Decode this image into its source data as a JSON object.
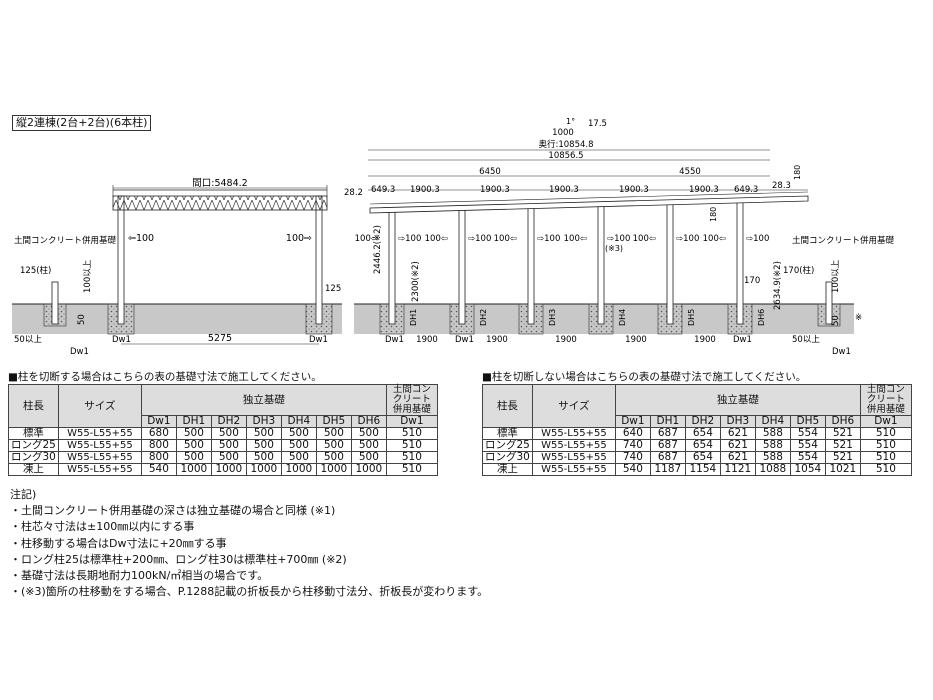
{
  "title": "縦2連棟(2台+2台)(6本柱)",
  "left_view": {
    "opening": "間口:5484.2",
    "foundation_label": "土間コンクリート併用基礎",
    "dim_125_post": "125(柱)",
    "dim_100_over": "100以上",
    "dim_50": "50",
    "dim_50_over": "50以上",
    "dw1": "Dw1",
    "move_left": "⇦100",
    "move_right": "100⇨",
    "dim_125": "125",
    "width_5275": "5275"
  },
  "right_view": {
    "slope": "1°",
    "dim_175": "17.5",
    "dim_1000": "1000",
    "depth": "奥行:10854.8",
    "overall": "10856.5",
    "dim_282": "28.2",
    "dim_283": "28.3",
    "dim_6450": "6450",
    "dim_4550": "4550",
    "span_6493": "649.3",
    "span_19003": "1900.3",
    "dim_180": "180",
    "height_24462": "2446.2(※2)",
    "height_2300": "2300(※2)",
    "height_26349": "2634.9(※2)",
    "dim_170": "170",
    "dim_170_post": "170(柱)",
    "mark3": "(※3)",
    "foundation_label": "土間コンクリート併用基礎",
    "dim_100_over": "100以上",
    "dim_50": "50",
    "dim_50_over": "50以上",
    "mark": "※",
    "dim_1900": "1900",
    "move_100": "100",
    "dh": [
      "DH1",
      "DH2",
      "DH3",
      "DH4",
      "DH5",
      "DH6"
    ],
    "dw1": "Dw1"
  },
  "table_cut": {
    "caption": "■柱を切断する場合はこちらの表の基礎寸法で施工してください。",
    "h_post": "柱長",
    "h_size": "サイズ",
    "h_indep": "独立基礎",
    "h_concrete": "土間コンクリート併用基礎",
    "cols": [
      "Dw1",
      "DH1",
      "DH2",
      "DH3",
      "DH4",
      "DH5",
      "DH6",
      "Dw1"
    ],
    "rows": [
      {
        "post": "標準",
        "size": "W55-L55+55",
        "v": [
          "680",
          "500",
          "500",
          "500",
          "500",
          "500",
          "500",
          "510"
        ]
      },
      {
        "post": "ロング25",
        "size": "W55-L55+55",
        "v": [
          "800",
          "500",
          "500",
          "500",
          "500",
          "500",
          "500",
          "510"
        ]
      },
      {
        "post": "ロング30",
        "size": "W55-L55+55",
        "v": [
          "800",
          "500",
          "500",
          "500",
          "500",
          "500",
          "500",
          "510"
        ]
      },
      {
        "post": "凍上",
        "size": "W55-L55+55",
        "v": [
          "540",
          "1000",
          "1000",
          "1000",
          "1000",
          "1000",
          "1000",
          "510"
        ]
      }
    ]
  },
  "table_nocut": {
    "caption": "■柱を切断しない場合はこちらの表の基礎寸法で施工してください。",
    "h_post": "柱長",
    "h_size": "サイズ",
    "h_indep": "独立基礎",
    "h_concrete": "土間コンクリート併用基礎",
    "cols": [
      "Dw1",
      "DH1",
      "DH2",
      "DH3",
      "DH4",
      "DH5",
      "DH6",
      "Dw1"
    ],
    "rows": [
      {
        "post": "標準",
        "size": "W55-L55+55",
        "v": [
          "640",
          "687",
          "654",
          "621",
          "588",
          "554",
          "521",
          "510"
        ]
      },
      {
        "post": "ロング25",
        "size": "W55-L55+55",
        "v": [
          "740",
          "687",
          "654",
          "621",
          "588",
          "554",
          "521",
          "510"
        ]
      },
      {
        "post": "ロング30",
        "size": "W55-L55+55",
        "v": [
          "740",
          "687",
          "654",
          "621",
          "588",
          "554",
          "521",
          "510"
        ]
      },
      {
        "post": "凍上",
        "size": "W55-L55+55",
        "v": [
          "540",
          "1187",
          "1154",
          "1121",
          "1088",
          "1054",
          "1021",
          "510"
        ]
      }
    ]
  },
  "notes": {
    "heading": "注記)",
    "items": [
      "・土間コンクリート併用基礎の深さは独立基礎の場合と同様 (※1)",
      "・柱芯々寸法は±100㎜以内にする事",
      "・柱移動する場合はDw寸法に+20㎜する事",
      "・ロング柱25は標準柱+200㎜、ロング柱30は標準柱+700㎜ (※2)",
      "・基礎寸法は長期地耐力100kN/㎡相当の場合です。",
      "・(※3)箇所の柱移動をする場合、P.1288記載の折板長から柱移動寸法分、折板長が変わります。"
    ]
  },
  "colors": {
    "ground": "#c8c8c8",
    "line": "#222222",
    "header": "#dddddd"
  }
}
